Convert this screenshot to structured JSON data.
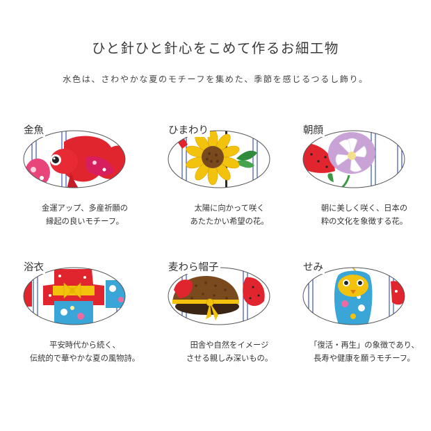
{
  "header": {
    "title": "ひと針ひと針心をこめて作るお細工物",
    "subtitle": "水色は、さわやかな夏のモチーフを集めた、季節を感じるつるし飾り。"
  },
  "motifs": [
    {
      "label": "金魚",
      "line1": "金運アップ、多産祈願の",
      "line2": "縁起の良いモチーフ。",
      "icon": "goldfish-icon"
    },
    {
      "label": "ひまわり",
      "line1": "太陽に向かって咲く",
      "line2": "あたたかい希望の花。",
      "icon": "sunflower-icon"
    },
    {
      "label": "朝顔",
      "line1": "朝に美しく咲く、日本の",
      "line2": "粋の文化を象徴する花。",
      "icon": "morning-glory-icon"
    },
    {
      "label": "浴衣",
      "line1": "平安時代から続く、",
      "line2": "伝統的で華やかな夏の風物詩。",
      "icon": "yukata-icon"
    },
    {
      "label": "麦わら帽子",
      "line1": "田舎や自然をイメージ",
      "line2": "させる親しみ深いもの。",
      "icon": "straw-hat-icon"
    },
    {
      "label": "せみ",
      "line1": "「復活・再生」の象徴であり、",
      "line2": "長寿や健康を願うモチーフ。",
      "icon": "cicada-icon"
    }
  ],
  "colors": {
    "outline": "#555555",
    "red": "#e0252f",
    "thread_blue": "#3c56b8",
    "yellow": "#f2c20d",
    "brown": "#7a4a1f",
    "lilac": "#c9a2d6"
  }
}
